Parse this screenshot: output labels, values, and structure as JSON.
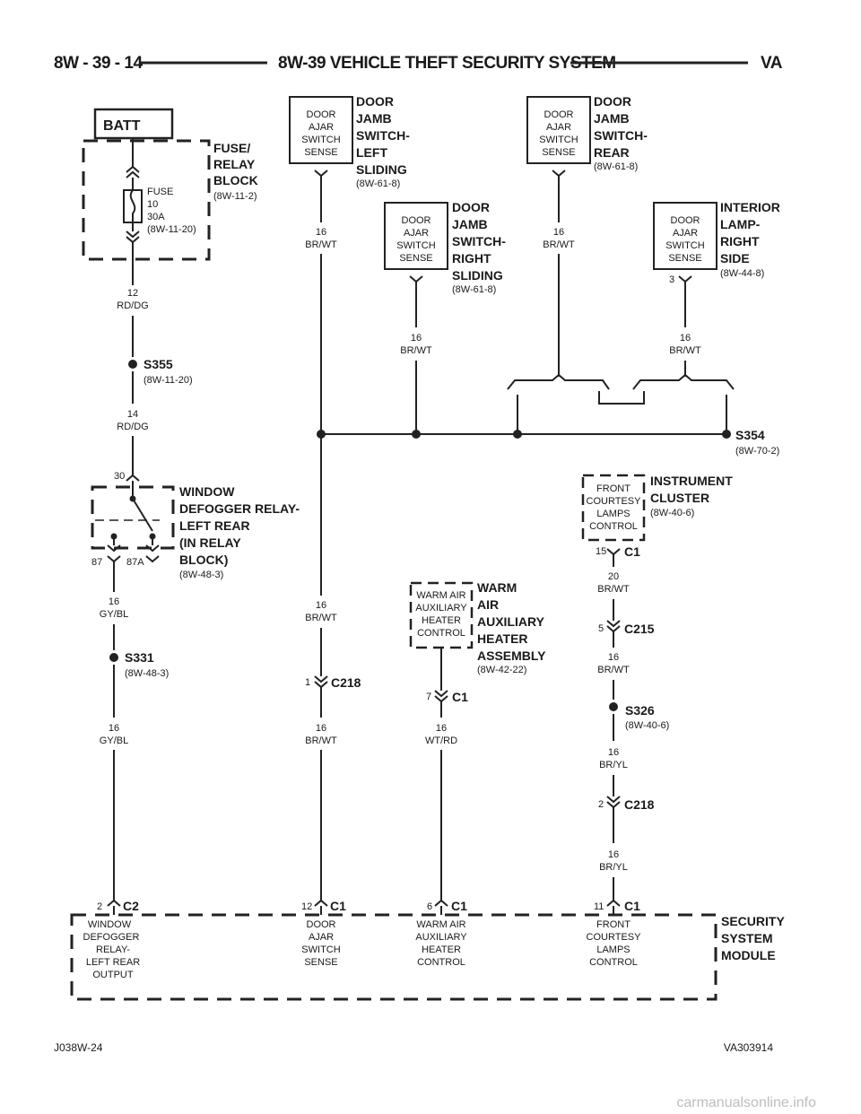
{
  "header": {
    "left": "8W - 39 - 14",
    "title": "8W-39 VEHICLE THEFT SECURITY SYSTEM",
    "right": "VA"
  },
  "footer": {
    "left": "J038W-24",
    "right": "VA303914",
    "watermark": "carmanualsonline.info"
  },
  "batt": "BATT",
  "fuse_block": {
    "lines": [
      "FUSE/",
      "RELAY",
      "BLOCK"
    ],
    "ref": "(8W-11-2)",
    "fuse": [
      "FUSE",
      "10",
      "30A",
      "(8W-11-20)"
    ]
  },
  "components": {
    "door_left": {
      "box": [
        "DOOR",
        "AJAR",
        "SWITCH",
        "SENSE"
      ],
      "name": [
        "DOOR",
        "JAMB",
        "SWITCH-",
        "LEFT",
        "SLIDING"
      ],
      "ref": "(8W-61-8)"
    },
    "door_right": {
      "box": [
        "DOOR",
        "AJAR",
        "SWITCH",
        "SENSE"
      ],
      "name": [
        "DOOR",
        "JAMB",
        "SWITCH-",
        "RIGHT",
        "SLIDING"
      ],
      "ref": "(8W-61-8)"
    },
    "door_rear": {
      "box": [
        "DOOR",
        "AJAR",
        "SWITCH",
        "SENSE"
      ],
      "name": [
        "DOOR",
        "JAMB",
        "SWITCH-",
        "REAR"
      ],
      "ref": "(8W-61-8)"
    },
    "interior_lamp": {
      "box": [
        "DOOR",
        "AJAR",
        "SWITCH",
        "SENSE"
      ],
      "name": [
        "INTERIOR",
        "LAMP-",
        "RIGHT",
        "SIDE"
      ],
      "ref": "(8W-44-8)",
      "pin": "3"
    },
    "relay": {
      "name": [
        "WINDOW",
        "DEFOGGER RELAY-",
        "LEFT REAR",
        "(IN RELAY",
        "BLOCK)"
      ],
      "ref": "(8W-48-3)",
      "pin30": "30",
      "pin87": "87",
      "pin87a": "87A"
    },
    "warm_air": {
      "box": [
        "WARM AIR",
        "AUXILIARY",
        "HEATER",
        "CONTROL"
      ],
      "name": [
        "WARM",
        "AIR",
        "AUXILIARY",
        "HEATER",
        "ASSEMBLY"
      ],
      "ref": "(8W-42-22)"
    },
    "cluster": {
      "box": [
        "FRONT",
        "COURTESY",
        "LAMPS",
        "CONTROL"
      ],
      "name": [
        "INSTRUMENT",
        "CLUSTER"
      ],
      "ref": "(8W-40-6)"
    },
    "module": {
      "name": [
        "SECURITY",
        "SYSTEM",
        "MODULE"
      ],
      "pins": [
        {
          "pin": "2",
          "conn": "C2",
          "label": [
            "WINDOW",
            "DEFOGGER",
            "RELAY-",
            "LEFT REAR",
            "OUTPUT"
          ]
        },
        {
          "pin": "12",
          "conn": "C1",
          "label": [
            "DOOR",
            "AJAR",
            "SWITCH",
            "SENSE"
          ]
        },
        {
          "pin": "6",
          "conn": "C1",
          "label": [
            "WARM AIR",
            "AUXILIARY",
            "HEATER",
            "CONTROL"
          ]
        },
        {
          "pin": "11",
          "conn": "C1",
          "label": [
            "FRONT",
            "COURTESY",
            "LAMPS",
            "CONTROL"
          ]
        }
      ]
    }
  },
  "splices": {
    "s355": {
      "name": "S355",
      "ref": "(8W-11-20)"
    },
    "s331": {
      "name": "S331",
      "ref": "(8W-48-3)"
    },
    "s354": {
      "name": "S354",
      "ref": "(8W-70-2)"
    },
    "s326": {
      "name": "S326",
      "ref": "(8W-40-6)"
    }
  },
  "connectors": {
    "c218a": {
      "pin": "1",
      "name": "C218"
    },
    "c1_warm": {
      "pin": "7",
      "name": "C1"
    },
    "c1_cluster": {
      "pin": "15",
      "name": "C1"
    },
    "c215": {
      "pin": "5",
      "name": "C215"
    },
    "c218b": {
      "pin": "2",
      "name": "C218"
    }
  },
  "wires": {
    "rd_dg_12": [
      "12",
      "RD/DG"
    ],
    "rd_dg_14": [
      "14",
      "RD/DG"
    ],
    "gy_bl_a": [
      "16",
      "GY/BL"
    ],
    "gy_bl_b": [
      "16",
      "GY/BL"
    ],
    "br_wt_left": [
      "16",
      "BR/WT"
    ],
    "br_wt_right": [
      "16",
      "BR/WT"
    ],
    "br_wt_rear": [
      "16",
      "BR/WT"
    ],
    "br_wt_lamp": [
      "16",
      "BR/WT"
    ],
    "br_wt_mid": [
      "16",
      "BR/WT"
    ],
    "br_wt_low": [
      "16",
      "BR/WT"
    ],
    "wt_rd": [
      "16",
      "WT/RD"
    ],
    "br_wt_20": [
      "20",
      "BR/WT"
    ],
    "br_wt_c215": [
      "16",
      "BR/WT"
    ],
    "br_yl_a": [
      "16",
      "BR/YL"
    ],
    "br_yl_b": [
      "16",
      "BR/YL"
    ]
  }
}
